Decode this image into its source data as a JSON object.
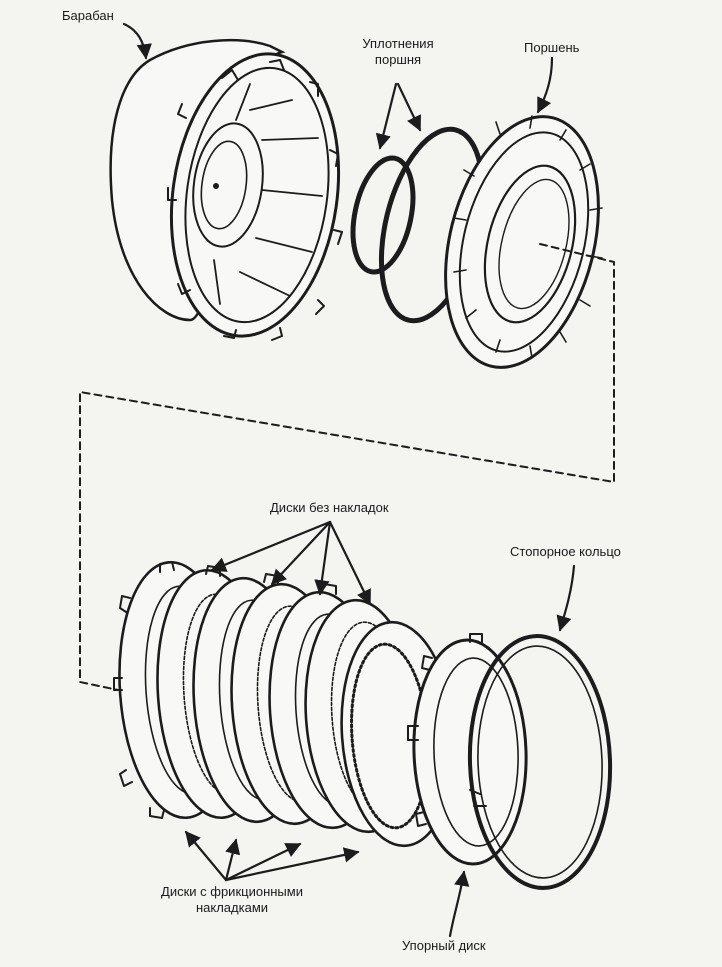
{
  "labels": {
    "drum": "Барабан",
    "piston_seals_line1": "Уплотнения",
    "piston_seals_line2": "поршня",
    "piston": "Поршень",
    "steel_discs": "Диски без накладок",
    "snap_ring": "Стопорное кольцо",
    "friction_discs_line1": "Диски с фрикционными",
    "friction_discs_line2": "накладками",
    "pressure_plate": "Упорный диск"
  },
  "colors": {
    "ink": "#1c1c1c",
    "paper": "#f4f4f1"
  }
}
